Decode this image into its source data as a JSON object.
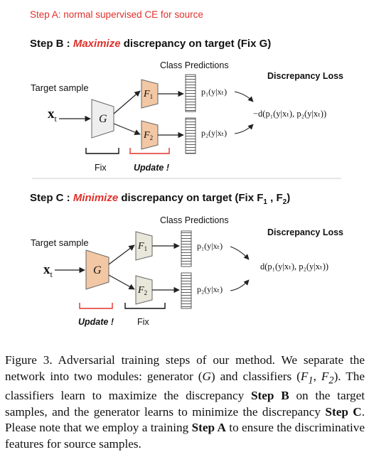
{
  "step_a": {
    "text": "Step A: normal supervised CE for source",
    "color": "#e0312b"
  },
  "step_b": {
    "title_prefix": "Step B : ",
    "title_verb": "Maximize",
    "title_suffix": " discrepancy on target (Fix G)",
    "class_predictions": "Class Predictions",
    "target_sample": "Target sample",
    "input_label": "x",
    "input_sub": "t",
    "generator_label": "G",
    "f1_label": "F",
    "f1_sub": "1",
    "f2_label": "F",
    "f2_sub": "2",
    "p1_label": "p₁(y|xₜ)",
    "p2_label": "p₂(y|xₜ)",
    "loss_title": "Discrepancy Loss",
    "loss_formula": "−d(p₁(y|xₜ), p₂(y|xₜ))",
    "bracket_left_label": "Fix",
    "bracket_right_label": "Update !"
  },
  "step_c": {
    "title_prefix": "Step C : ",
    "title_verb": "Minimize",
    "title_suffix": " discrepancy on target (Fix F",
    "title_sub1": "1",
    "title_mid": " , F",
    "title_sub2": "2",
    "title_end": ")",
    "class_predictions": "Class Predictions",
    "target_sample": "Target sample",
    "input_label": "x",
    "input_sub": "t",
    "generator_label": "G",
    "f1_label": "F",
    "f1_sub": "1",
    "f2_label": "F",
    "f2_sub": "2",
    "p1_label": "p₁(y|xₜ)",
    "p2_label": "p₂(y|xₜ)",
    "loss_title": "Discrepancy Loss",
    "loss_formula": "d(p₁(y|xₜ), p₂(y|xₜ))",
    "bracket_left_label": "Update !",
    "bracket_right_label": "Fix"
  },
  "colors": {
    "accent_red": "#e0312b",
    "update_fill": "#f2c7a4",
    "fixed_fill": "#e9e6da",
    "generator_fix_fill": "#eeeeee"
  },
  "caption": {
    "figure_label": "Figure 3.",
    "part1": " Adversarial training steps of our method.  We separate the network into two modules: generator (",
    "G": "G",
    "part2": ") and classifiers (",
    "F1": "F",
    "F1_sub": "1",
    "sep": ", ",
    "F2": "F",
    "F2_sub": "2",
    "part3": ").  The classifiers learn to maximize the discrepancy ",
    "stepB": "Step B",
    "part4": " on the target samples, and the generator learns to minimize the discrepancy ",
    "stepC": "Step C",
    "part5": ".  Please note that we employ a training ",
    "stepA": "Step A",
    "part6": " to ensure the discriminative features for source samples."
  }
}
